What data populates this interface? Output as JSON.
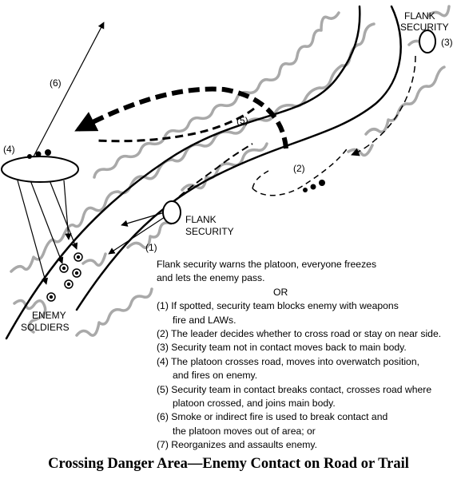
{
  "labels": {
    "flank_security_top": [
      "FLANK",
      "SECURITY"
    ],
    "flank_security_mid": [
      "FLANK",
      "SECURITY"
    ],
    "enemy_soldiers": [
      "ENEMY",
      "SOLDIERS"
    ],
    "marker_1": "(1)",
    "marker_2": "(2)",
    "marker_3": "(3)",
    "marker_4": "(4)",
    "marker_5": "(5)",
    "marker_6": "(6)"
  },
  "notes": {
    "intro": [
      "Flank security warns the platoon, everyone freezes",
      "and lets the enemy pass."
    ],
    "or": "OR",
    "steps": [
      [
        "(1) If spotted, security team blocks enemy with weapons",
        "fire and LAWs."
      ],
      [
        "(2) The leader decides whether to cross road or stay on near side."
      ],
      [
        "(3) Security team not in contact moves back to main body."
      ],
      [
        "(4) The platoon crosses road, moves into overwatch position,",
        "and fires on enemy."
      ],
      [
        "(5) Security team in contact breaks contact, crosses road where",
        "platoon crossed, and joins main body."
      ],
      [
        "(6) Smoke or indirect fire is used to break contact and",
        "the platoon moves out of area; or"
      ],
      [
        "(7) Reorganizes and assaults enemy."
      ]
    ]
  },
  "caption": "Crossing Danger Area—Enemy Contact on Road or Trail"
}
